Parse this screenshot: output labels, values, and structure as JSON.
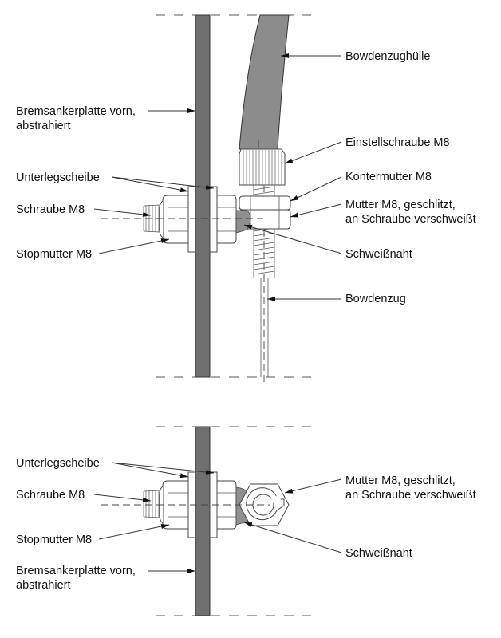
{
  "colors": {
    "plate": "#6f6f6f",
    "cable_housing": "#8c8c8c",
    "weld": "#8f8f8f",
    "line": "#333333"
  },
  "top_view": {
    "labels": {
      "housing": "Bowdenzughülle",
      "plate_line1": "Bremsankerplatte vorn,",
      "plate_line2": "abstrahiert",
      "adjust_screw": "Einstellschraube M8",
      "washer": "Unterlegscheibe",
      "lock_nut": "Kontermutter M8",
      "bolt": "Schraube M8",
      "slotted_nut_line1": "Mutter M8, geschlitzt,",
      "slotted_nut_line2": "an Schraube verschweißt",
      "stop_nut": "Stopmutter M8",
      "weld": "Schweißnaht",
      "cable": "Bowdenzug"
    }
  },
  "bottom_view": {
    "labels": {
      "washer": "Unterlegscheibe",
      "bolt": "Schraube M8",
      "slotted_nut_line1": "Mutter M8, geschlitzt,",
      "slotted_nut_line2": "an Schraube verschweißt",
      "stop_nut": "Stopmutter M8",
      "weld": "Schweißnaht",
      "plate_line1": "Bremsankerplatte vorn,",
      "plate_line2": "abstrahiert"
    }
  }
}
